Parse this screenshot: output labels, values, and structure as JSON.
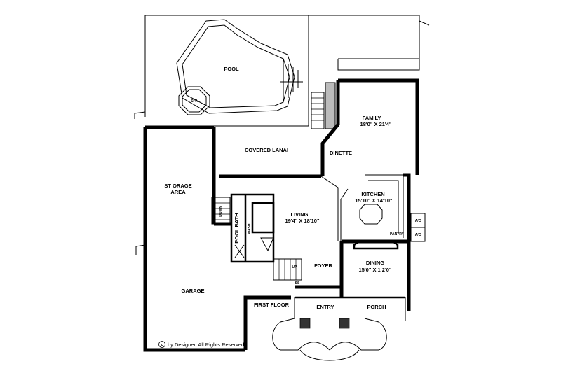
{
  "plan": {
    "level_label": "FIRST FLOOR",
    "copyright": "by Designer, All Rights Reserved",
    "copyright_symbol": "c",
    "rooms": {
      "pool": {
        "name": "POOL"
      },
      "spa": {
        "name": "SPA"
      },
      "family": {
        "name": "FAMILY",
        "size": "18'0\" X 21'4\""
      },
      "covered_lanai": {
        "name": "COVERED LANAI"
      },
      "dinette": {
        "name": "DINETTE"
      },
      "storage": {
        "name": "ST ORAGE",
        "name2": "AREA"
      },
      "kitchen": {
        "name": "KITCHEN",
        "size": "15'10\" X 14'10\""
      },
      "living": {
        "name": "LIVING",
        "size": "19'4\" X 18'10\""
      },
      "pool_bath": {
        "name": "POOL BATH"
      },
      "foyer": {
        "name": "FOYER"
      },
      "dining": {
        "name": "DINING",
        "size": "15'0\" X 1 2'0\""
      },
      "garage": {
        "name": "GARAGE"
      },
      "entry": {
        "name": "ENTRY"
      },
      "porch": {
        "name": "PORCH"
      }
    },
    "small_labels": {
      "up": "UP",
      "down": "DOWN",
      "ac1": "A/C",
      "ac2": "A/C",
      "pantry": "PANTRY",
      "wash": "WASH",
      "ss": "SS"
    }
  }
}
